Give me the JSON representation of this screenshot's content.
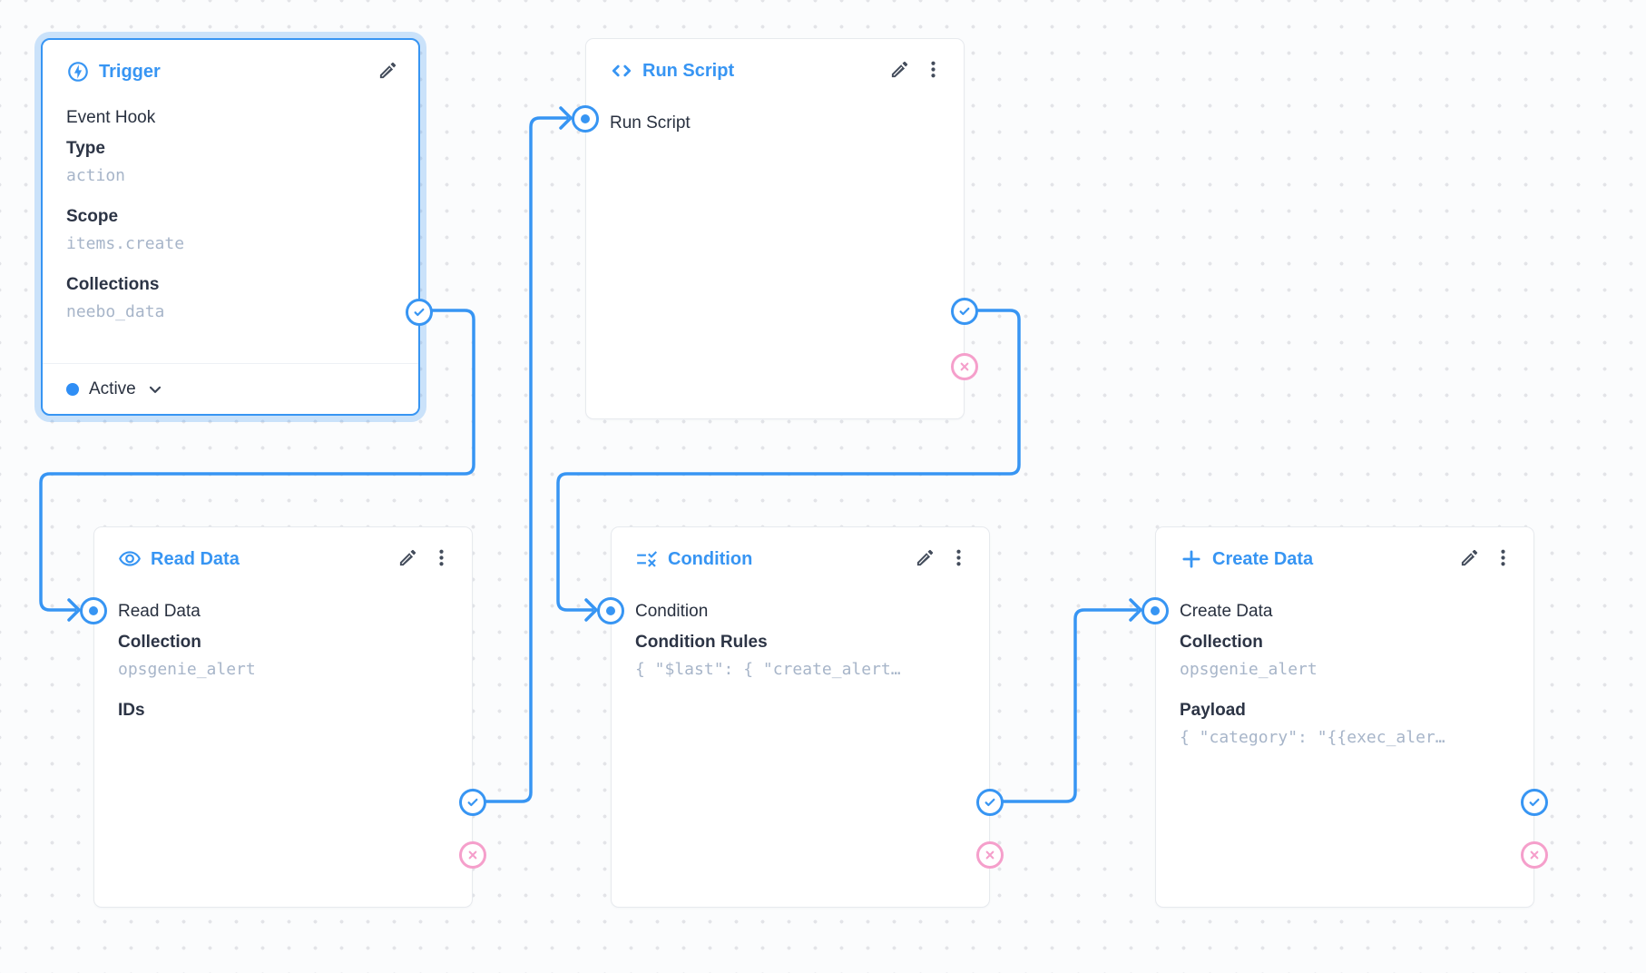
{
  "app": "flow-editor",
  "colors": {
    "primary_blue": "#3795f3",
    "reject_pink": "#f59fcb",
    "text_dark": "#28303f",
    "mono_value_gray": "#a7b5c9",
    "node_border": "#e7eaee",
    "canvas_bg": "#fbfcfd",
    "canvas_dots": "#e3e4e8",
    "selection_glow": "rgba(55,149,243,0.25)"
  },
  "nodes": {
    "trigger": {
      "title": "Trigger",
      "icon": "bolt-circle-icon",
      "subtitle": "Event Hook",
      "fields": [
        {
          "label": "Type",
          "value": "action"
        },
        {
          "label": "Scope",
          "value": "items.create"
        },
        {
          "label": "Collections",
          "value": "neebo_data"
        }
      ],
      "status": {
        "label": "Active"
      }
    },
    "run_script": {
      "title": "Run Script",
      "icon": "code-icon",
      "input_label": "Run Script"
    },
    "read_data": {
      "title": "Read Data",
      "icon": "eye-icon",
      "input_label": "Read Data",
      "fields": [
        {
          "label": "Collection",
          "value": "opsgenie_alert"
        },
        {
          "label": "IDs",
          "value": ""
        }
      ]
    },
    "condition": {
      "title": "Condition",
      "icon": "rule-icon",
      "input_label": "Condition",
      "fields": [
        {
          "label": "Condition Rules",
          "value": "{ \"$last\": { \"create_alert…"
        }
      ]
    },
    "create_data": {
      "title": "Create Data",
      "icon": "plus-icon",
      "input_label": "Create Data",
      "fields": [
        {
          "label": "Collection",
          "value": "opsgenie_alert"
        },
        {
          "label": "Payload",
          "value": "{ \"category\": \"{{exec_aler…"
        }
      ]
    }
  }
}
